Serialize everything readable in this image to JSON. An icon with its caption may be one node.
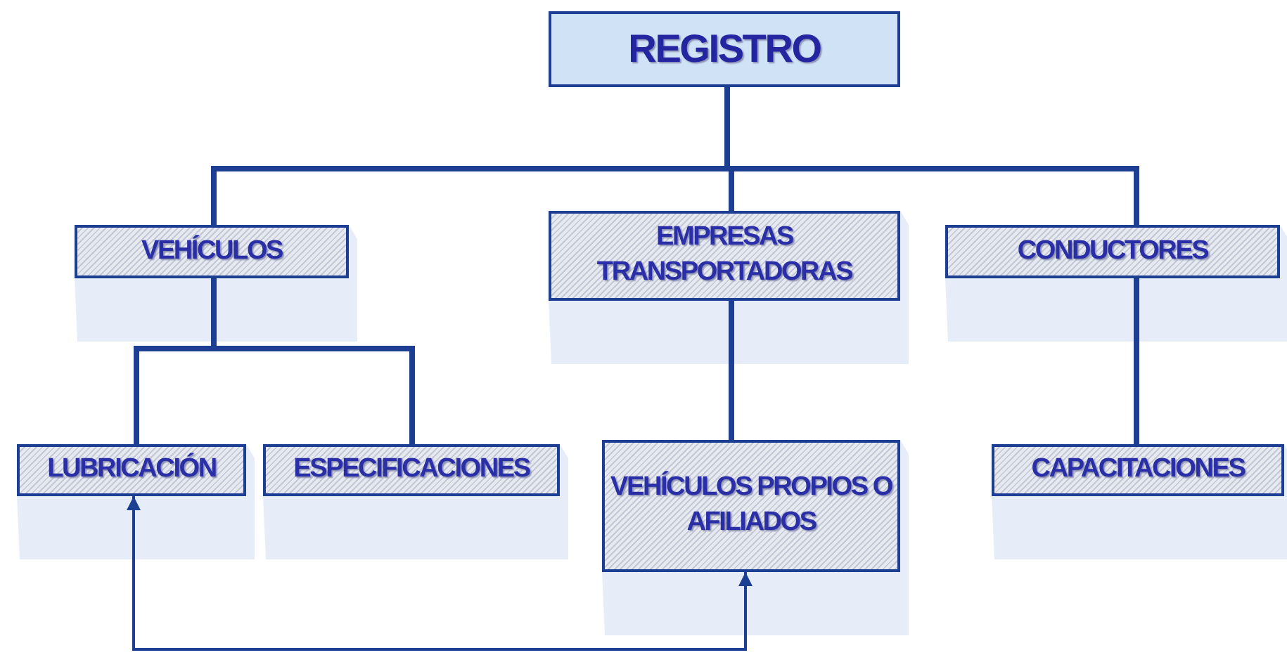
{
  "diagram": {
    "nodes": [
      {
        "text": [
          "REGISTRO"
        ]
      },
      {
        "text": [
          "VEHÍCULOS"
        ]
      },
      {
        "text": [
          "EMPRESAS TRANSPORTADORAS"
        ]
      },
      {
        "text": [
          "CONDUCTORES"
        ]
      },
      {
        "text": [
          "LUBRICACIÓN"
        ]
      },
      {
        "text": [
          "ESPECIFICACIONES"
        ]
      },
      {
        "text": [
          "VEHÍCULOS PROPIOS O AFILIADOS"
        ]
      },
      {
        "text": [
          "CAPACITACIONES"
        ]
      }
    ],
    "edges": [
      {
        "from": 0,
        "to": 1,
        "arrow": "none"
      },
      {
        "from": 0,
        "to": 2,
        "arrow": "none"
      },
      {
        "from": 0,
        "to": 3,
        "arrow": "none"
      },
      {
        "from": 1,
        "to": 4,
        "arrow": "none"
      },
      {
        "from": 1,
        "to": 5,
        "arrow": "none"
      },
      {
        "from": 2,
        "to": 6,
        "arrow": "none"
      },
      {
        "from": 3,
        "to": 7,
        "arrow": "none"
      },
      {
        "from": 4,
        "to": 6,
        "arrow": "both"
      }
    ]
  }
}
